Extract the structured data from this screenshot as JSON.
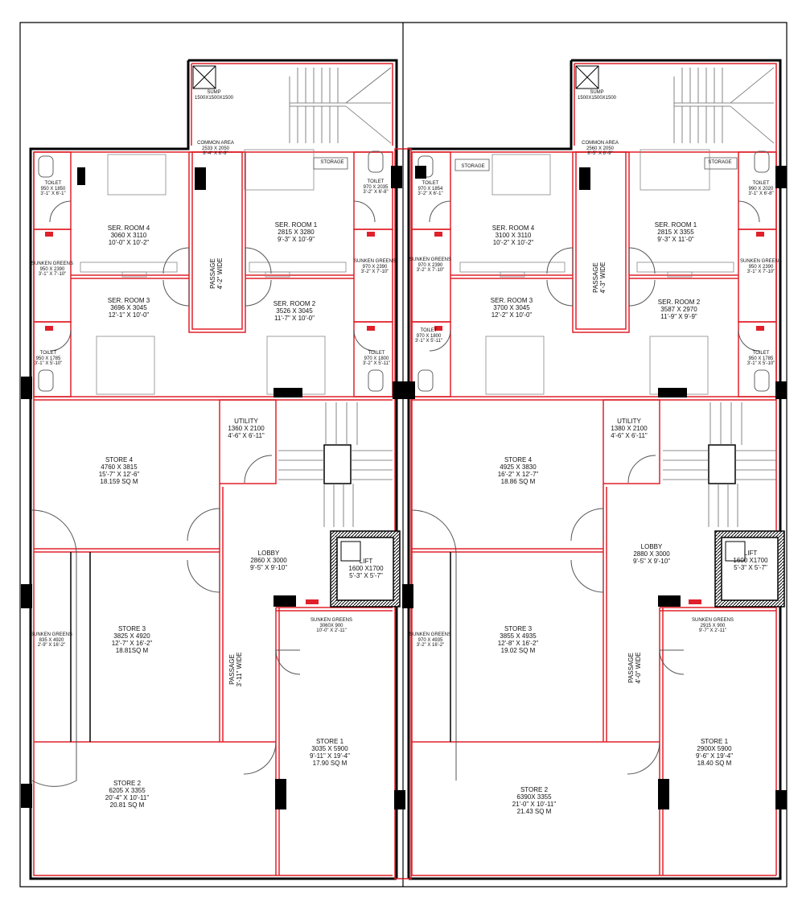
{
  "colors": {
    "wall": "#000000",
    "redline": "#e0202a",
    "door": "#555555",
    "fixture": "#777777",
    "hatch": "#000000"
  },
  "units": {
    "left": {
      "sump": {
        "name": "SUMP",
        "size": "1500X1500X1500"
      },
      "common_area": {
        "name": "COMMON AREA",
        "size": "2533 X 2050",
        "ft": "8'-4\" X 6'-9\""
      },
      "toilet_tl": {
        "name": "TOILET",
        "size": "950 X 1850",
        "ft": "3'-1\" X 6'-1\""
      },
      "ser_room_4": {
        "name": "SER. ROOM 4",
        "size": "3060 X 3110",
        "ft": "10'-0\" X 10'-2\""
      },
      "storage": {
        "name": "STORAGE"
      },
      "ser_room_1": {
        "name": "SER. ROOM 1",
        "size": "2815 X 3280",
        "ft": "9'-3\" X 10'-9\""
      },
      "toilet_tr": {
        "name": "TOILET",
        "size": "970 X 2035",
        "ft": "3'-2\" X 6'-8\""
      },
      "sunken_greens_l": {
        "name": "SUNKEN GREENS",
        "size": "950 X 2390",
        "ft": "3'-1\" X 7'-10\""
      },
      "passage": {
        "name": "PASSAGE",
        "ft": "4'-2\" WIDE"
      },
      "sunken_greens_r": {
        "name": "SUNKEN GREENS",
        "size": "970 X 2390",
        "ft": "3'-2\" X 7'-10\""
      },
      "ser_room_3": {
        "name": "SER. ROOM 3",
        "size": "3696 X 3045",
        "ft": "12'-1\" X 10'-0\""
      },
      "ser_room_2": {
        "name": "SER. ROOM 2",
        "size": "3526 X 3045",
        "ft": "11'-7\" X 10'-0\""
      },
      "toilet_bl": {
        "name": "TOILET",
        "size": "950 X 1785",
        "ft": "3'-1\" X 5'-10\""
      },
      "toilet_br": {
        "name": "TOILET",
        "size": "970 X 1800",
        "ft": "3'-2\" X 5'-11\""
      },
      "utility": {
        "name": "UTILITY",
        "size": "1360 X 2100",
        "ft": "4'-6\" X 6'-11\""
      },
      "store_4": {
        "name": "STORE 4",
        "size": "4760 X 3815",
        "ft": "15'-7\" X 12'-6\"",
        "area": "18.159 SQ M"
      },
      "lobby": {
        "name": "LOBBY",
        "size": "2860 X 3000",
        "ft": "9'-5\" X 9'-10\""
      },
      "lift": {
        "name": "LIFT",
        "size": "1600 X1700",
        "ft": "5'-3\" X 5'-7\""
      },
      "sunken_greens_mid": {
        "name": "SUNKEN GREENS",
        "size": "3060X 900",
        "ft": "10'-0\" X 2'-11\""
      },
      "sunken_greens_side": {
        "name": "SUNKEN GREENS",
        "size": "835 X 4920",
        "ft": "2'-9\" X 16'-2\""
      },
      "store_3": {
        "name": "STORE 3",
        "size": "3825 X 4920",
        "ft": "12'-7\" X 16'-2\"",
        "area": "18.81SQ M"
      },
      "passage_2": {
        "name": "PASSAGE",
        "ft": "3'-11\" WIDE"
      },
      "store_1": {
        "name": "STORE 1",
        "size": "3035 X 5900",
        "ft": "9'-11\" X 19'-4\"",
        "area": "17.90 SQ M"
      },
      "store_2": {
        "name": "STORE 2",
        "size": "6205 X 3355",
        "ft": "20'-4\" X 10'-11\"",
        "area": "20.81 SQ M"
      }
    },
    "right": {
      "sump": {
        "name": "SUMP",
        "size": "1500X1500X1500"
      },
      "common_area": {
        "name": "COMMON AREA",
        "size": "2560 X 2050",
        "ft": "8'-5\" X 6'-9\""
      },
      "toilet_tl": {
        "name": "TOILET",
        "size": "970 X 1854",
        "ft": "3'-2\" X 6'-1\""
      },
      "storage_l": {
        "name": "STORAGE"
      },
      "ser_room_4": {
        "name": "SER. ROOM 4",
        "size": "3100 X 3110",
        "ft": "10'-2\" X 10'-2\""
      },
      "storage_r": {
        "name": "STORAGE"
      },
      "ser_room_1": {
        "name": "SER. ROOM 1",
        "size": "2815 X 3355",
        "ft": "9'-3\" X 11'-0\""
      },
      "toilet_tr": {
        "name": "TOILET",
        "size": "990 X 2020",
        "ft": "3'-1\" X 6'-8\""
      },
      "sunken_greens_l": {
        "name": "SUNKEN GREENS",
        "size": "970 X 2390",
        "ft": "3'-2\" X 7'-10\""
      },
      "passage": {
        "name": "PASSAGE",
        "ft": "4'-3\" WIDE"
      },
      "sunken_greens_r": {
        "name": "SUNKEN GREENS",
        "size": "950 X 2390",
        "ft": "3'-1\" X 7'-10\""
      },
      "ser_room_3": {
        "name": "SER. ROOM 3",
        "size": "3700 X 3045",
        "ft": "12'-2\" X 10'-0\""
      },
      "ser_room_2": {
        "name": "SER. ROOM 2",
        "size": "3587 X 2970",
        "ft": "11'-9\" X 9'-9\""
      },
      "toilet_bl": {
        "name": "TOILET",
        "size": "970 X 1800",
        "ft": "3'-1\" X 5'-11\""
      },
      "toilet_br": {
        "name": "TOILET",
        "size": "950 X 1785",
        "ft": "3'-1\" X 5'-10\""
      },
      "utility": {
        "name": "UTILITY",
        "size": "1380 X 2100",
        "ft": "4'-6\" X 6'-11\""
      },
      "store_4": {
        "name": "STORE 4",
        "size": "4925 X 3830",
        "ft": "16'-2\" X 12'-7\"",
        "area": "18.86 SQ M"
      },
      "lobby": {
        "name": "LOBBY",
        "size": "2880 X 3000",
        "ft": "9'-5\" X 9'-10\""
      },
      "lift": {
        "name": "LIFT",
        "size": "1600 X1700",
        "ft": "5'-3\" X 5'-7\""
      },
      "sunken_greens_mid": {
        "name": "SUNKEN GREENS",
        "size": "2915 X 900",
        "ft": "9'-7\" X 2'-11\""
      },
      "sunken_greens_side": {
        "name": "SUNKEN GREENS",
        "size": "970 X 4935",
        "ft": "3'-2\" X 16'-2\""
      },
      "store_3": {
        "name": "STORE 3",
        "size": "3855 X 4935",
        "ft": "12'-8\" X 16'-2\"",
        "area": "19.02 SQ M"
      },
      "passage_2": {
        "name": "PASSAGE",
        "ft": "4'-0\" WIDE"
      },
      "store_1": {
        "name": "STORE 1",
        "size": "2900X 5900",
        "ft": "9'-6\" X 19'-4\"",
        "area": "18.40 SQ M"
      },
      "store_2": {
        "name": "STORE 2",
        "size": "6390X 3355",
        "ft": "21'-0\" X 10'-11\"",
        "area": "21.43 SQ M"
      }
    }
  }
}
